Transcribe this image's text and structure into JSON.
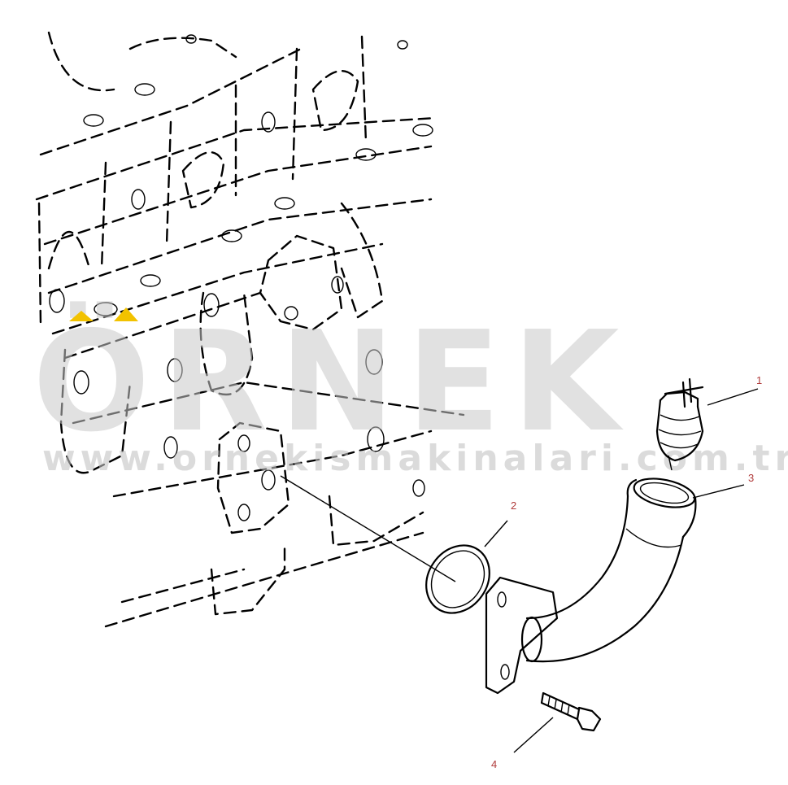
{
  "watermark": {
    "brand": "ÖRNEK",
    "url": "www.ornekismakinalari.com.tr",
    "accent_color": "#f2c200"
  },
  "callouts": [
    {
      "number": "1"
    },
    {
      "number": "2"
    },
    {
      "number": "3"
    },
    {
      "number": "4"
    }
  ],
  "label_color": "#b03a3a"
}
